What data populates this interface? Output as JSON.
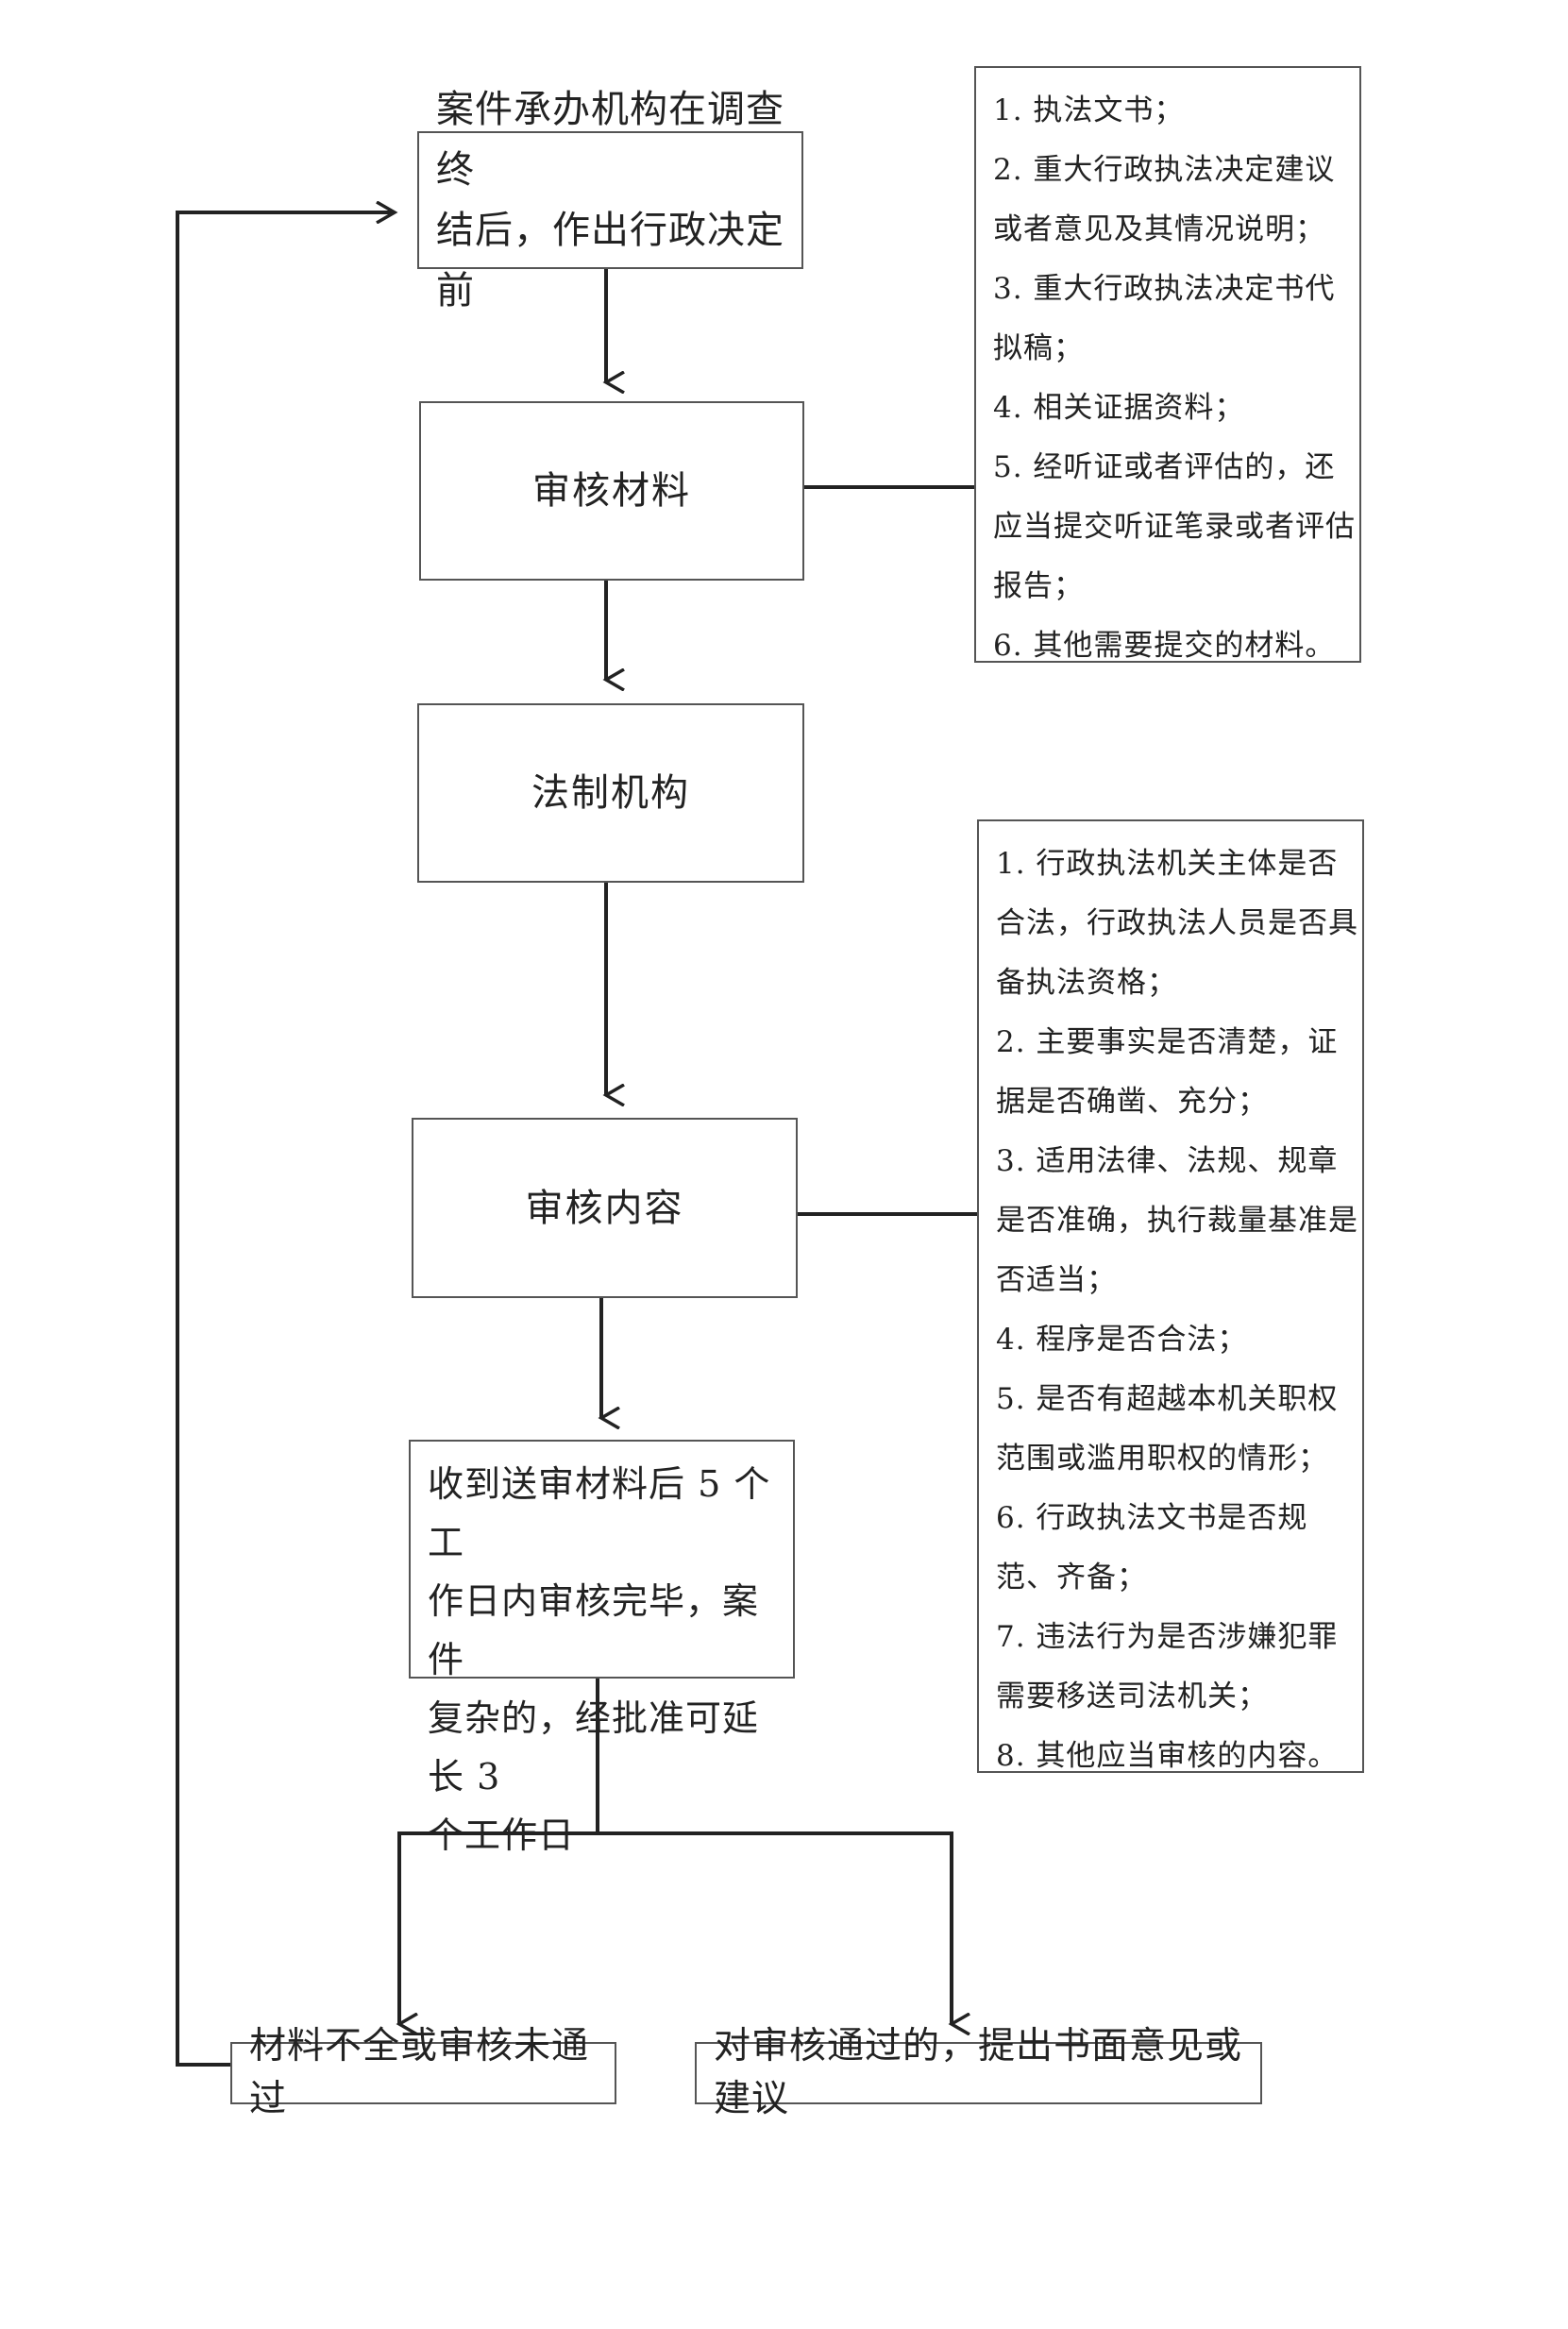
{
  "nodes": {
    "start": [
      "案件承办机构在调查终",
      "结后，作出行政决定前"
    ],
    "review_materials": "审核材料",
    "legal_office": "法制机构",
    "review_content": "审核内容",
    "timeline": [
      "收到送审材料后 5 个工",
      "作日内审核完毕，案件",
      "复杂的，经批准可延长 3",
      "个工作日"
    ],
    "outcome_fail": "材料不全或审核未通过",
    "outcome_pass": "对审核通过的，提出书面意见或建议"
  },
  "materials_list": [
    "1.  执法文书；",
    "2.  重大行政执法决定建议",
    "或者意见及其情况说明；",
    "3.  重大行政执法决定书代",
    "拟稿；",
    "4.  相关证据资料；",
    "5.  经听证或者评估的，还",
    "应当提交听证笔录或者评估",
    "报告；",
    "6.  其他需要提交的材料。"
  ],
  "content_list": [
    "1.  行政执法机关主体是否",
    "合法，行政执法人员是否具",
    "备执法资格；",
    "2.  主要事实是否清楚，证",
    "据是否确凿、充分；",
    "3.  适用法律、法规、规章",
    "是否准确，执行裁量基准是",
    "否适当；",
    "4.  程序是否合法；",
    "5.  是否有超越本机关职权",
    "范围或滥用职权的情形；",
    "6.  行政执法文书是否规",
    "范、齐备；",
    "7.  违法行为是否涉嫌犯罪",
    "需要移送司法机关；",
    "8.  其他应当审核的内容。"
  ]
}
